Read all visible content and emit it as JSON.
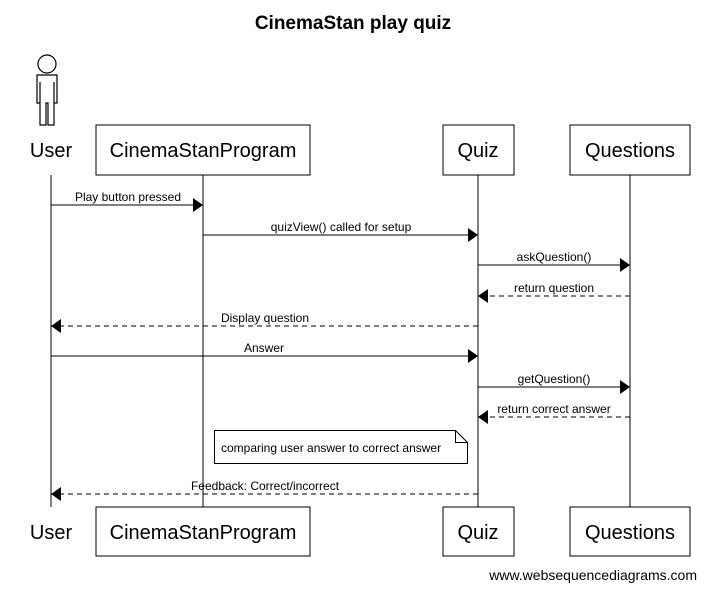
{
  "diagram": {
    "title": "CinemaStan play quiz",
    "footer": "www.websequencediagrams.com",
    "actor": {
      "label": "User"
    },
    "participants": [
      {
        "label": "CinemaStanProgram"
      },
      {
        "label": "Quiz"
      },
      {
        "label": "Questions"
      }
    ],
    "messages": [
      {
        "label": "Play button pressed",
        "from": "User",
        "to": "CinemaStanProgram",
        "style": "solid"
      },
      {
        "label": "quizView() called for setup",
        "from": "CinemaStanProgram",
        "to": "Quiz",
        "style": "solid"
      },
      {
        "label": "askQuestion()",
        "from": "Quiz",
        "to": "Questions",
        "style": "solid"
      },
      {
        "label": "return question",
        "from": "Questions",
        "to": "Quiz",
        "style": "dashed"
      },
      {
        "label": "Display question",
        "from": "Quiz",
        "to": "User",
        "style": "dashed"
      },
      {
        "label": "Answer",
        "from": "User",
        "to": "Quiz",
        "style": "solid"
      },
      {
        "label": "getQuestion()",
        "from": "Quiz",
        "to": "Questions",
        "style": "solid"
      },
      {
        "label": "return correct answer",
        "from": "Questions",
        "to": "Quiz",
        "style": "dashed"
      },
      {
        "label": "Feedback: Correct/incorrect",
        "from": "Quiz",
        "to": "User",
        "style": "dashed"
      }
    ],
    "note": {
      "text": "comparing user answer to correct answer",
      "over": "Quiz"
    }
  }
}
